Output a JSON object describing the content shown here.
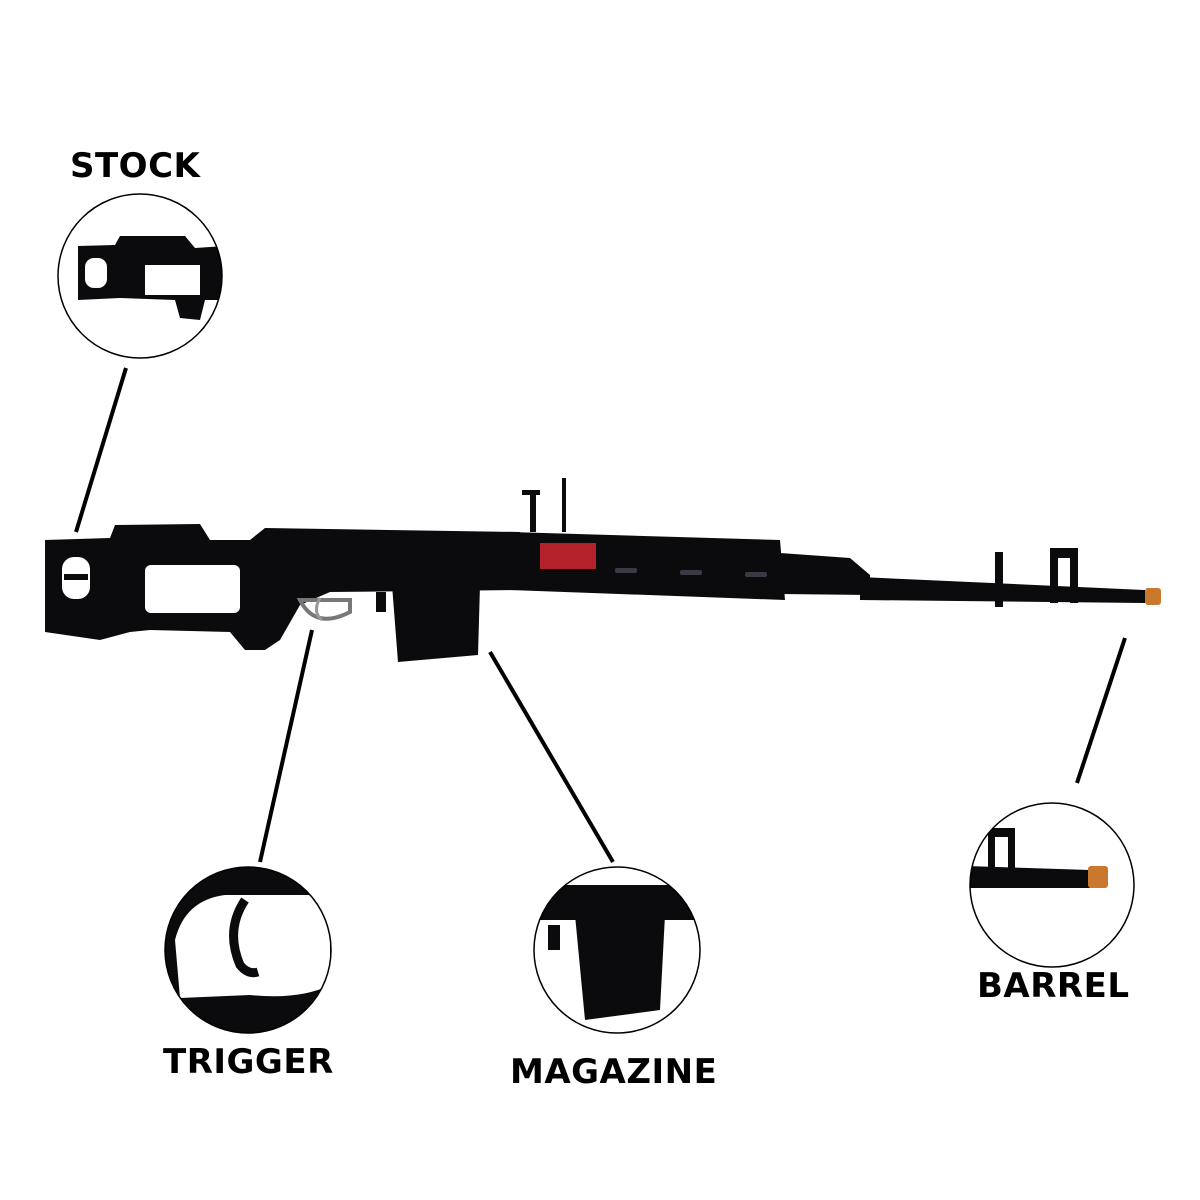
{
  "labels": {
    "stock": "STOCK",
    "trigger": "TRIGGER",
    "magazine": "MAGAZINE",
    "barrel": "BARREL"
  },
  "colors": {
    "rifle_body": "#0b0b0d",
    "muzzle_tip": "#c9782e",
    "label_sticker": "#b3212b",
    "leader_line": "#000000"
  }
}
